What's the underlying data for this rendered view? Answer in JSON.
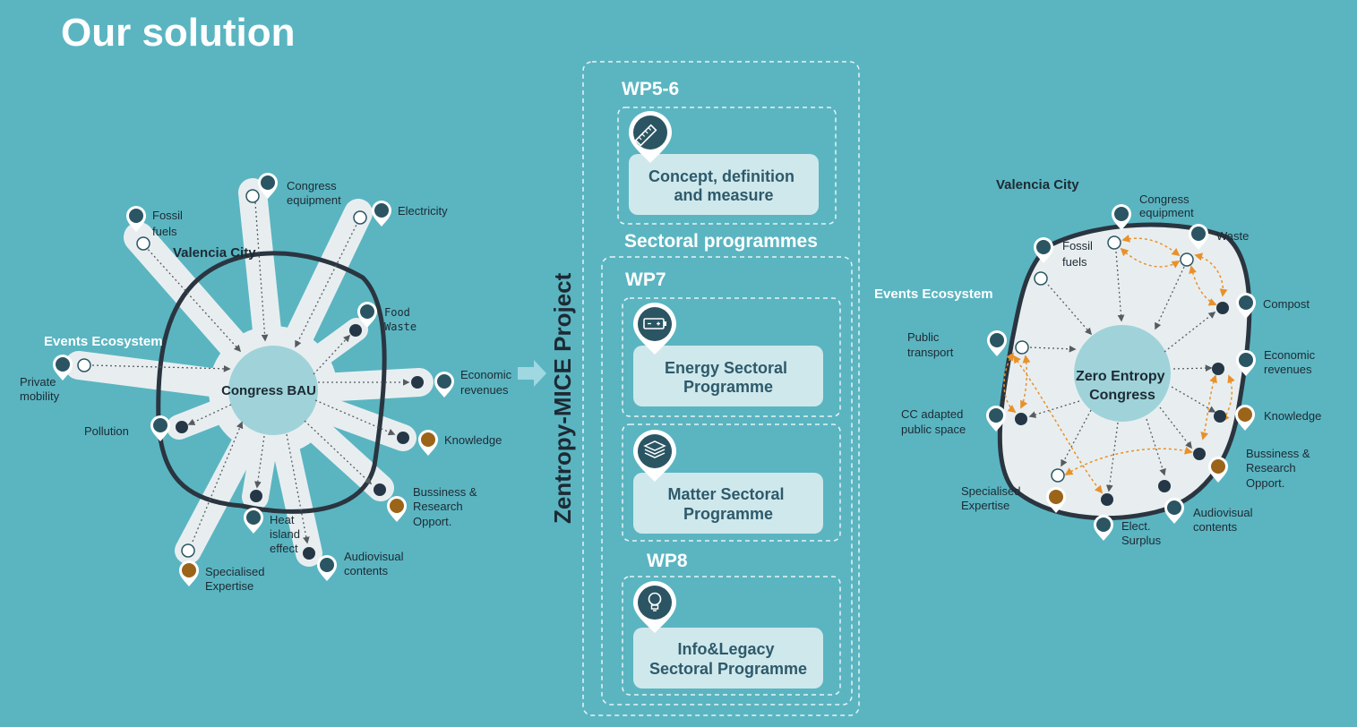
{
  "page": {
    "title": "Our solution",
    "colors": {
      "background": "#5ab5c1",
      "blob": "#e8eef0",
      "center_circle": "#9fd3d9",
      "outline": "#2a3540",
      "node_dark": "#253746",
      "marker": "#2b5563",
      "marker_orange": "#9b6419",
      "arrow_orange": "#e8912a",
      "box_fill": "#cfe8ec",
      "box_text": "#2e5a6b"
    }
  },
  "left_diagram": {
    "city_label": "Valencia City",
    "ecosystem_label": "Events Ecosystem",
    "center_label": "Congress BAU",
    "items": {
      "fossil_fuels": [
        "Fossil",
        "fuels"
      ],
      "congress_equipment": [
        "Congress",
        "equipment"
      ],
      "electricity": [
        "Electricity"
      ],
      "food_waste": [
        "Food",
        "Waste"
      ],
      "economic_revenues": [
        "Economic",
        "revenues"
      ],
      "knowledge": [
        "Knowledge"
      ],
      "business_research": [
        "Bussiness &",
        "Research",
        "Opport."
      ],
      "audiovisual": [
        "Audiovisual",
        "contents"
      ],
      "heat_island": [
        "Heat",
        "island",
        "effect"
      ],
      "specialised_expertise": [
        "Specialised",
        "Expertise"
      ],
      "pollution": [
        "Pollution"
      ],
      "private_mobility": [
        "Private",
        "mobility"
      ]
    }
  },
  "middle": {
    "project_label": "Zentropy-MICE Project",
    "sectoral_label": "Sectoral programmes",
    "wp56": {
      "label": "WP5-6",
      "box": [
        "Concept, definition",
        "and measure"
      ],
      "icon": "ruler-icon"
    },
    "wp7": {
      "label": "WP7",
      "energy": [
        "Energy Sectoral",
        "Programme"
      ],
      "energy_icon": "battery-icon",
      "matter": [
        "Matter Sectoral",
        "Programme"
      ],
      "matter_icon": "layers-icon"
    },
    "wp8": {
      "label": "WP8",
      "box": [
        "Info&Legacy",
        "Sectoral Programme"
      ],
      "icon": "lightbulb-icon"
    }
  },
  "right_diagram": {
    "city_label": "Valencia City",
    "ecosystem_label": "Events Ecosystem",
    "center_label": [
      "Zero Entropy",
      "Congress"
    ],
    "items": {
      "congress_equipment": [
        "Congress",
        "equipment"
      ],
      "waste": [
        "Waste"
      ],
      "fossil_fuels": [
        "Fossil",
        "fuels"
      ],
      "compost": [
        "Compost"
      ],
      "public_transport": [
        "Public",
        "transport"
      ],
      "economic_revenues": [
        "Economic",
        "revenues"
      ],
      "knowledge": [
        "Knowledge"
      ],
      "cc_public_space": [
        "CC adapted",
        "public space"
      ],
      "business_research": [
        "Bussiness &",
        "Research",
        "Opport."
      ],
      "specialised_expertise": [
        "Specialised",
        "Expertise"
      ],
      "audiovisual": [
        "Audiovisual",
        "contents"
      ],
      "elect_surplus": [
        "Elect.",
        "Surplus"
      ]
    }
  }
}
